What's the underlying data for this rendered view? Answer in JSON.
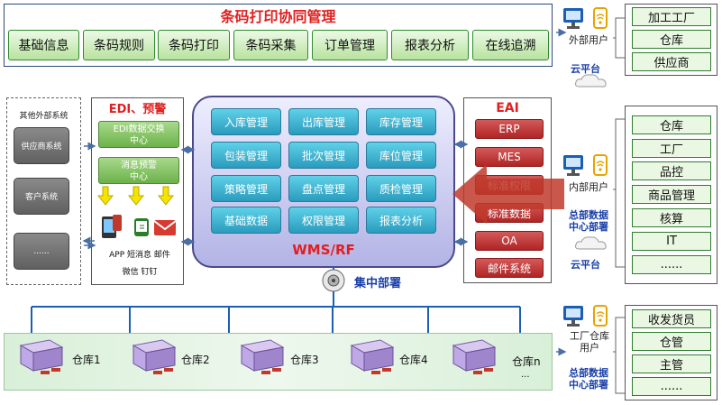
{
  "top": {
    "title": "条码打印协同管理",
    "buttons": [
      "基础信息",
      "条码规则",
      "条码打印",
      "条码采集",
      "订单管理",
      "报表分析",
      "在线追溯"
    ]
  },
  "right_groups": {
    "external": {
      "user_label": "外部用户",
      "cloud_label": "云平台",
      "items": [
        "加工工厂",
        "仓库",
        "供应商"
      ]
    },
    "internal": {
      "user_label": "内部用户",
      "hq_label_1": "总部数据",
      "hq_label_2": "中心部署",
      "cloud_label": "云平台",
      "items": [
        "仓库",
        "工厂",
        "品控",
        "商品管理",
        "核算",
        "IT",
        "......"
      ]
    },
    "factory": {
      "user_label_1": "工厂仓库",
      "user_label_2": "用户",
      "hq_label_1": "总部数据",
      "hq_label_2": "中心部署",
      "items": [
        "收发货员",
        "仓管",
        "主管",
        "......"
      ]
    }
  },
  "external_systems": {
    "title": "其他外部系统",
    "items": [
      "供应商系统",
      "客户系统",
      "......"
    ]
  },
  "edi": {
    "title": "EDI、预警",
    "box1_line1": "EDI数据交换",
    "box1_line2": "中心",
    "box2_line1": "消息预警",
    "box2_line2": "中心",
    "caption_line1": "APP  短消息  邮件",
    "caption_line2": "微信  钉钉"
  },
  "wms": {
    "label": "WMS/RF",
    "modules": [
      "入库管理",
      "出库管理",
      "库存管理",
      "包装管理",
      "批次管理",
      "库位管理",
      "策略管理",
      "盘点管理",
      "质检管理",
      "基础数据",
      "权限管理",
      "报表分析"
    ]
  },
  "eai": {
    "title": "EAI",
    "items": [
      "ERP",
      "MES",
      "标准权限",
      "标准数据",
      "OA",
      "邮件系统"
    ]
  },
  "central_deploy": "集中部署",
  "warehouses": [
    "仓库1",
    "仓库2",
    "仓库3",
    "仓库4",
    "仓库n"
  ],
  "warehouse_more": "..."
}
